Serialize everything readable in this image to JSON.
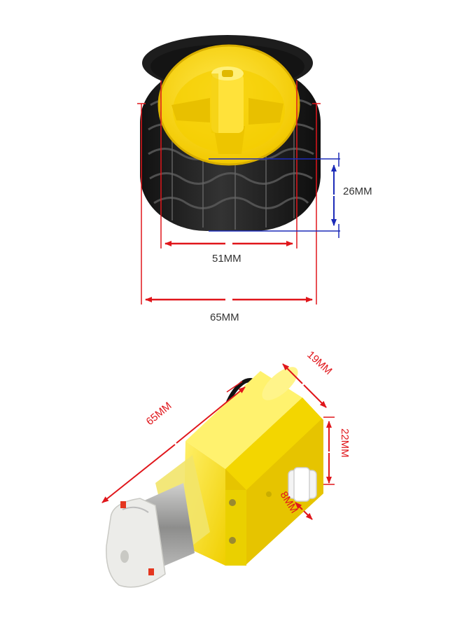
{
  "colors": {
    "dimension_red": "#e0161b",
    "dimension_blue": "#1c2bb8",
    "label_text": "#333333",
    "rim_yellow": "#ffdd00",
    "tire_black": "#1a1a1a",
    "gearbox_yellow": "#f7e01c",
    "motor_clear": "#e9e9e6",
    "shaft_white": "#f4f4f4"
  },
  "wheel": {
    "labels": {
      "width_inner": "26MM",
      "rim": "51MM",
      "overall": "65MM"
    }
  },
  "motor": {
    "labels": {
      "length": "65MM",
      "depth": "19MM",
      "height": "22MM",
      "shaft": "8MM"
    }
  }
}
